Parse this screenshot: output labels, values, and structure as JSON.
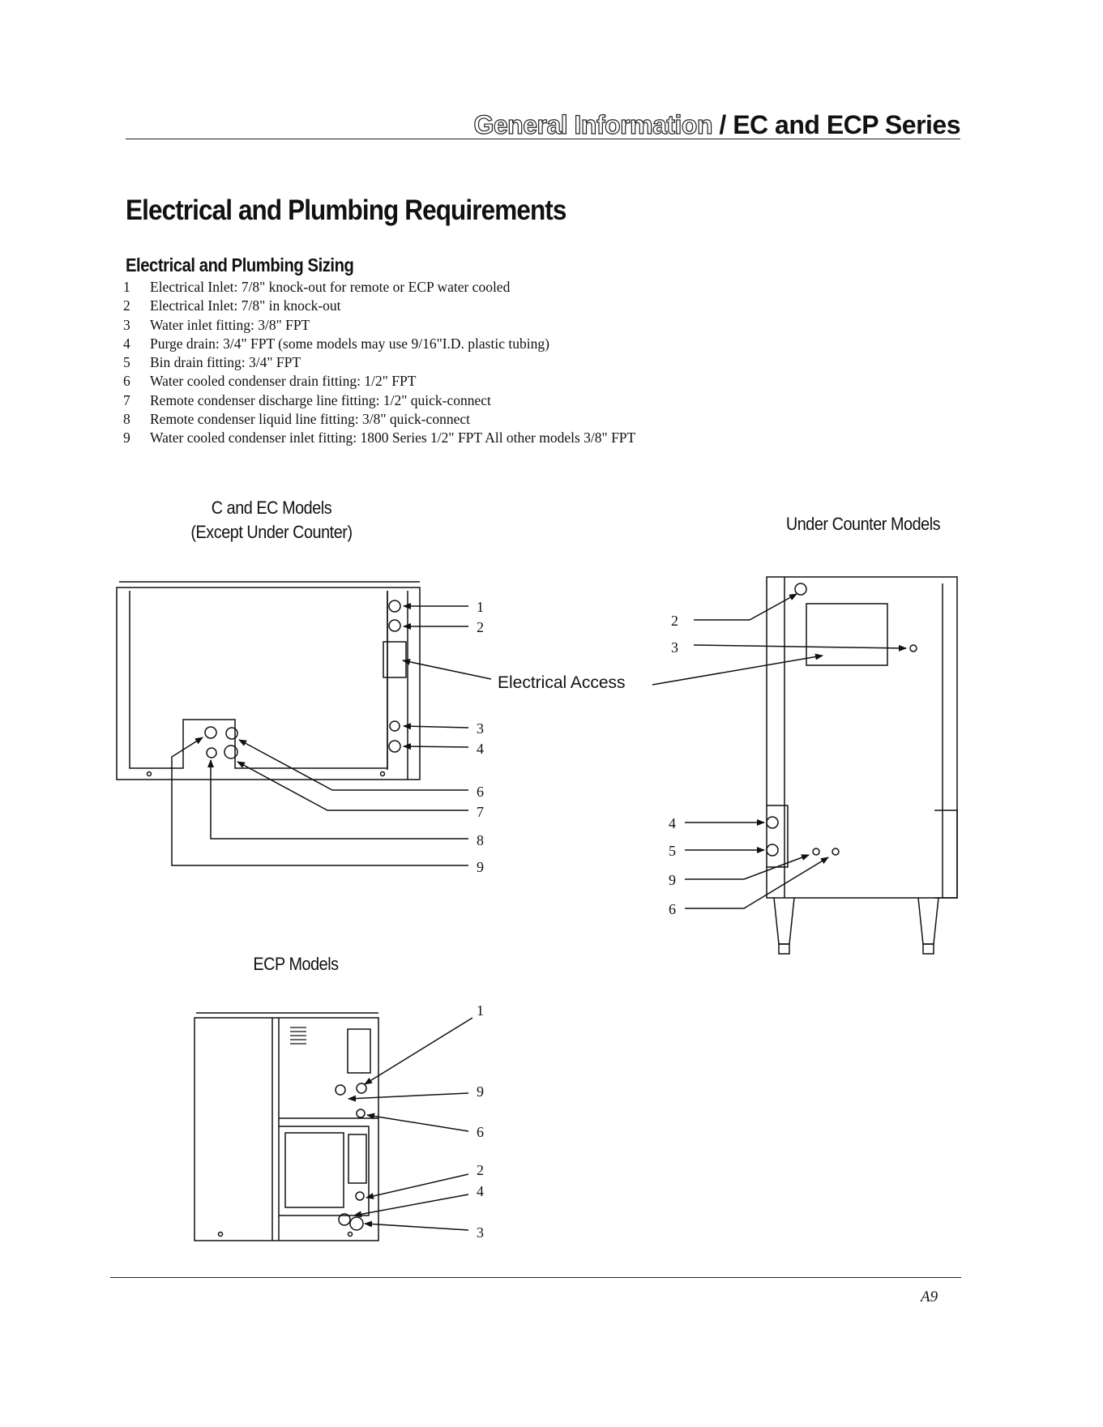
{
  "header": {
    "section": "General Information",
    "separator": " / ",
    "series": "EC and ECP Series"
  },
  "title": "Electrical and Plumbing Requirements",
  "sizing": {
    "heading": "Electrical and Plumbing Sizing",
    "items": [
      {
        "num": "1",
        "text": "Electrical Inlet:  7/8\" knock-out for remote or ECP water cooled"
      },
      {
        "num": "2",
        "text": "Electrical Inlet:  7/8\" in knock-out"
      },
      {
        "num": "3",
        "text": "Water inlet fitting:  3/8\"  FPT"
      },
      {
        "num": "4",
        "text": "Purge drain:  3/4\" FPT  (some models may use 9/16\"I.D. plastic tubing)"
      },
      {
        "num": "5",
        "text": "Bin drain fitting:  3/4\" FPT"
      },
      {
        "num": "6",
        "text": "Water cooled condenser drain fitting:  1/2\" FPT"
      },
      {
        "num": "7",
        "text": "Remote condenser discharge line fitting:  1/2\" quick-connect"
      },
      {
        "num": "8",
        "text": "Remote condenser liquid line fitting: 3/8\" quick-connect"
      },
      {
        "num": "9",
        "text": "Water cooled condenser inlet fitting:  1800 Series 1/2\" FPT  All other models 3/8\" FPT"
      }
    ]
  },
  "diagrams": {
    "c_ec": {
      "caption_line1": "C and EC Models",
      "caption_line2": "(Except Under Counter)",
      "callouts": [
        "1",
        "2",
        "3",
        "4",
        "6",
        "7",
        "8",
        "9"
      ]
    },
    "under_counter": {
      "caption": "Under Counter Models",
      "callouts": [
        "2",
        "3",
        "4",
        "5",
        "9",
        "6"
      ]
    },
    "ecp": {
      "caption": "ECP Models",
      "callouts": [
        "1",
        "9",
        "6",
        "2",
        "4",
        "3"
      ]
    },
    "electrical_access_label": "Electrical Access"
  },
  "page_number": "A9"
}
